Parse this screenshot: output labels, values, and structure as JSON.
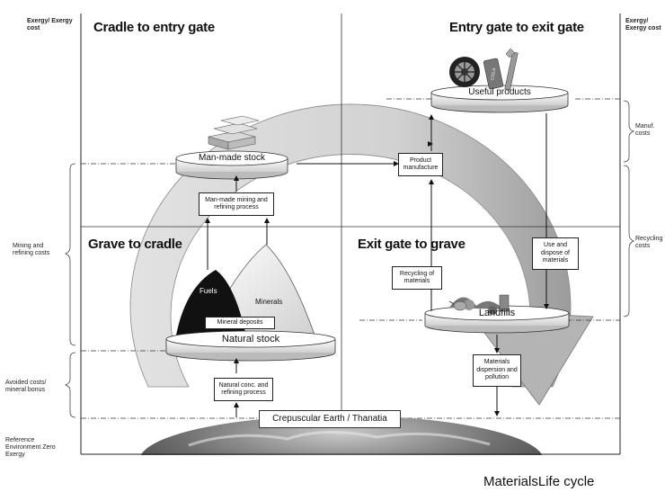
{
  "axes": {
    "y_left_label": "Exergy/ Exergy cost",
    "y_right_label": "Exergy/ Exergy cost",
    "x_label": "MaterialsLife cycle"
  },
  "quadrants": {
    "top_left": "Cradle to entry gate",
    "top_right": "Entry gate to exit gate",
    "bottom_left": "Grave to cradle",
    "bottom_right": "Exit gate to grave"
  },
  "left_brackets": {
    "mining": "Mining and refining costs",
    "avoided": "Avoided costs/ mineral bonus",
    "reference": "Reference Environment Zero Exergy"
  },
  "right_brackets": {
    "manuf": "Manuf. costs",
    "recycling": "Recycling costs"
  },
  "stocks": {
    "man_made": "Man-made stock",
    "useful": "Useful products",
    "landfills": "Landfills",
    "natural": "Natural stock",
    "earth": "Crepuscular Earth / Thanatia"
  },
  "process_boxes": {
    "man_made_mining": "Man-made mining and refining process",
    "product_manufacture": "Product manufacture",
    "use_dispose": "Use and dispose of materials",
    "recycling": "Recycling of materials",
    "mineral_deposits": "Mineral deposits",
    "natural_conc": "Natural conc. and refining process",
    "dispersion": "Materials dispersion and pollution"
  },
  "piles": {
    "fuels": "Fuels",
    "minerals": "Minerals"
  },
  "icons": [
    "ingots-icon",
    "wheel-icon",
    "cola-can-icon",
    "wrench-icon",
    "teapot-icon",
    "waste-pile-icon",
    "earth-icon"
  ],
  "colors": {
    "arrow_fill": "#d4d4d4",
    "arrow_dark": "#9a9a9a",
    "fuels_fill": "#111111",
    "minerals_fill": "#e8e8e8"
  }
}
